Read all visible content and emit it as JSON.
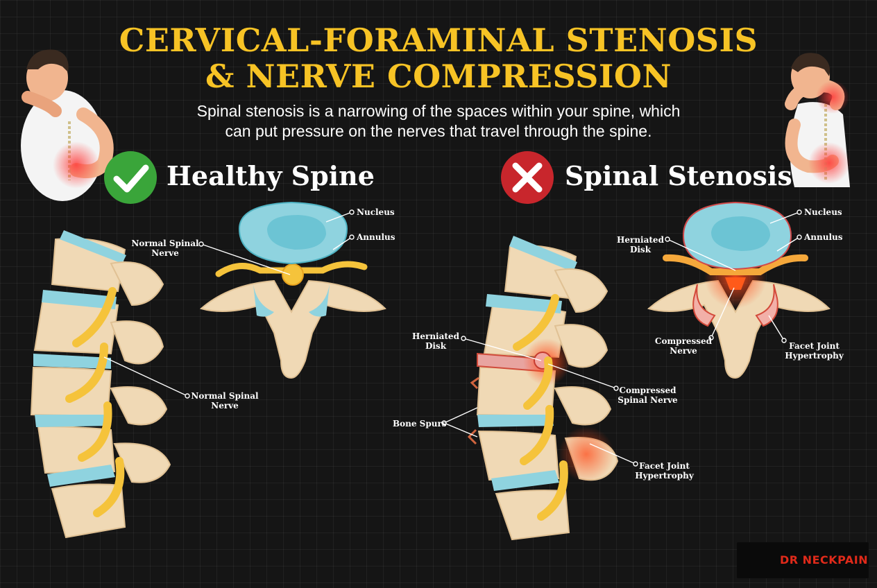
{
  "header": {
    "title_line1": "CERVICAL-FORAMINAL STENOSIS",
    "title_line2": "& NERVE COMPRESSION",
    "subtitle_line1": "Spinal stenosis is a narrowing of the spaces within your spine, which",
    "subtitle_line2": "can put pressure on the nerves that travel through the spine."
  },
  "healthy": {
    "heading": "Healthy Spine",
    "status_icon": "check-icon",
    "labels": {
      "nucleus": "Nucleus",
      "annulus": "Annulus",
      "normal_nerve_top_l1": "Normal Spinal",
      "normal_nerve_top_l2": "Nerve",
      "normal_nerve_side_l1": "Normal Spinal",
      "normal_nerve_side_l2": "Nerve"
    }
  },
  "stenosis": {
    "heading": "Spinal Stenosis",
    "status_icon": "cross-icon",
    "labels": {
      "nucleus": "Nucleus",
      "annulus": "Annulus",
      "herniated_top_l1": "Herniated",
      "herniated_top_l2": "Disk",
      "compressed_top_l1": "Compressed",
      "compressed_top_l2": "Nerve",
      "facet_top_l1": "Facet Joint",
      "facet_top_l2": "Hypertrophy",
      "herniated_side_l1": "Herniated",
      "herniated_side_l2": "Disk",
      "compressed_side_l1": "Compressed",
      "compressed_side_l2": "Spinal Nerve",
      "bone_spurs": "Bone Spurs",
      "facet_side_l1": "Facet Joint",
      "facet_side_l2": "Hypertrophy"
    }
  },
  "logo": {
    "text": "DR NECKPAIN"
  },
  "colors": {
    "title": "#f7c325",
    "bone": "#f0d9b5",
    "disc": "#8fd3df",
    "nerve": "#f5c33b",
    "inflamed": "#e8412a",
    "check": "#3aa53a",
    "cross": "#c8262c"
  }
}
